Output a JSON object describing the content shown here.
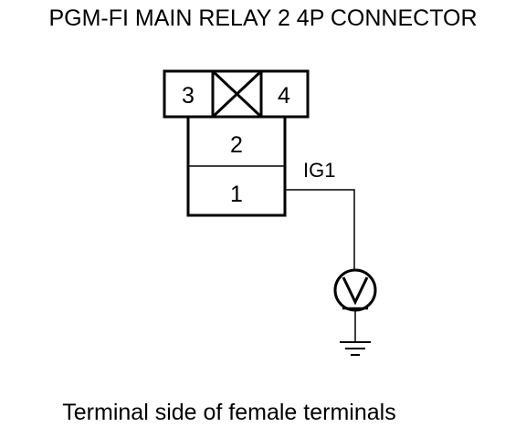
{
  "title": "PGM-FI MAIN RELAY 2 4P CONNECTOR",
  "connector": {
    "pins": [
      {
        "id": "pin-3",
        "label": "3"
      },
      {
        "id": "pin-4",
        "label": "4"
      },
      {
        "id": "pin-2",
        "label": "2"
      },
      {
        "id": "pin-1",
        "label": "1"
      }
    ]
  },
  "wire_label": "IG1",
  "caption": "Terminal side of female terminals"
}
